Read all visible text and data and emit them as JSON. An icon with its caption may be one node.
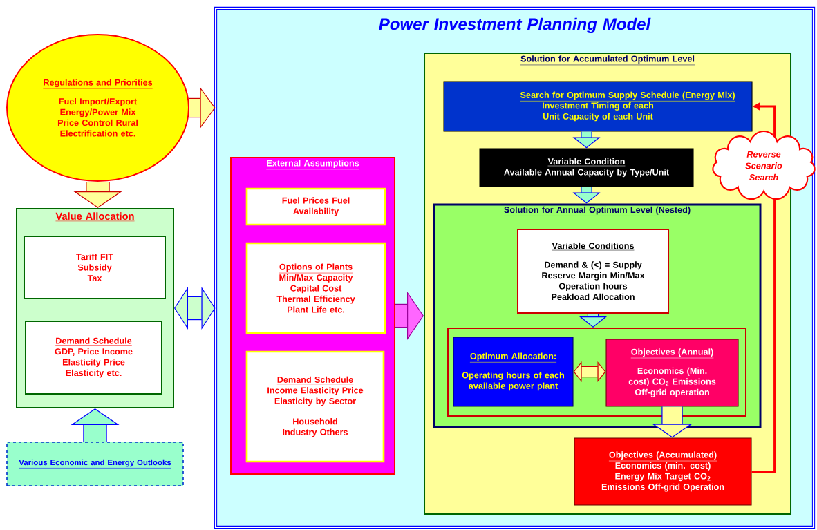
{
  "diagram": {
    "nodes": [
      {
        "text": [
          "Regulations and Priorities",
          "Fuel Import/Export Energy/Power Mix Price Control Rural Electrification etc."
        ]
      },
      {
        "text": [
          "Value Allocation"
        ]
      },
      {
        "text": [
          "Tariff FIT Subsidy Tax"
        ],
        "in": 1
      },
      {
        "text": [
          "Demand Schedule",
          "GDP, Price Income Elasticity Price Elasticity etc."
        ],
        "in": 1
      },
      {
        "text": [
          "Various Economic and Energy Outlooks"
        ]
      },
      {
        "text": [
          "Power Investment Planning Model"
        ]
      },
      {
        "text": [
          "External Assumptions"
        ],
        "in": 5
      },
      {
        "text": [
          "Fuel Prices Fuel Availability"
        ],
        "in": 6
      },
      {
        "text": [
          "Options of Plants",
          "Min/Max Capacity Capital Cost Thermal Efficiency Plant Life etc."
        ],
        "in": 6
      },
      {
        "text": [
          "Demand Schedule",
          "Income Elasticity Price Elasticity by Sector",
          "Household Industry Others"
        ],
        "in": 6
      },
      {
        "text": [
          "Solution for Accumulated Optimum Level"
        ],
        "in": 5
      },
      {
        "text": [
          "Search for Optimum Supply Schedule (Energy Mix)",
          "Investment Timing of each Unit Capacity of each Unit"
        ],
        "in": 10
      },
      {
        "text": [
          "Variable Condition",
          "Available Annual Capacity by Type/Unit"
        ],
        "in": 10
      },
      {
        "text": [
          "Solution for Annual Optimum Level (Nested)"
        ],
        "in": 10
      },
      {
        "text": [
          "Variable Conditions",
          "Demand & (<) = Supply Reserve Margin Min/Max Operation hours Peakload Allocation"
        ],
        "in": 13
      },
      {
        "text": [],
        "shape": "box",
        "in": 13
      },
      {
        "text": [
          "Optimum Allocation:",
          "Operating hours of each available power plant"
        ],
        "in": 15
      },
      {
        "text": [
          "Objectives (Annual)",
          "Economics (Min. cost) CO$_{2}$ Emissions Off-grid operation"
        ],
        "in": 15
      },
      {
        "text": [
          "Objectives (Accumulated)",
          "Economics (min. cost) Energy Mix Target CO$_{2}$ Emissions Off-grid Operation"
        ],
        "in": 10
      }
    ],
    "edges": [
      {
        "from": 0,
        "to": 5,
        "arrow": "to",
        "color": "#cc0000"
      },
      {
        "from": 0,
        "to": 1,
        "arrow": "to",
        "color": "#cc0000"
      },
      {
        "from": 1,
        "to": 5,
        "arrow": "both"
      },
      {
        "from": 4,
        "to": 1,
        "arrow": "to"
      },
      {
        "from": 6,
        "to": 10,
        "arrow": "to",
        "color": "#990099"
      },
      {
        "from": 11,
        "to": 12,
        "arrow": "to"
      },
      {
        "from": 12,
        "to": 13,
        "arrow": "to"
      },
      {
        "from": 14,
        "to": 15,
        "arrow": "to"
      },
      {
        "from": 16,
        "to": 17,
        "arrow": "both",
        "color": "#cc0000"
      },
      {
        "from": 17,
        "to": 18,
        "arrow": "to"
      },
      {
        "from": 18,
        "to": 11,
        "arrow": "to",
        "label": "Reverse Scenario Search",
        "color": "#ff0000"
      }
    ]
  }
}
